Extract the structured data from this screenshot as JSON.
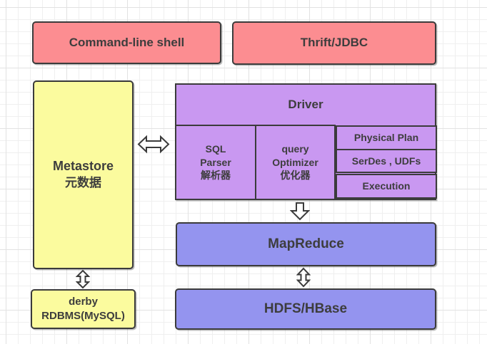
{
  "colors": {
    "pink": "#FC8D91",
    "purple": "#C998F1",
    "blue": "#9494EF",
    "yellow": "#FBFB9E",
    "border": "#3b3b3b",
    "text": "#3d3d3d",
    "grid_minor": "#efefef",
    "grid_major": "#e2e2e2"
  },
  "boxes": {
    "cmd_shell": "Command-line shell",
    "thrift": "Thrift/JDBC",
    "metastore_line1": "Metastore",
    "metastore_line2": "元数据",
    "driver": "Driver",
    "sql_parser_line1": "SQL",
    "sql_parser_line2": "Parser",
    "sql_parser_line3": "解析器",
    "optimizer_line1": "query",
    "optimizer_line2": "Optimizer",
    "optimizer_line3": "优化器",
    "physical_plan": "Physical Plan",
    "serdes": "SerDes , UDFs",
    "execution": "Execution",
    "mapreduce": "MapReduce",
    "hdfs": "HDFS/HBase",
    "derby_line1": "derby",
    "derby_line2": "RDBMS(MySQL)"
  }
}
